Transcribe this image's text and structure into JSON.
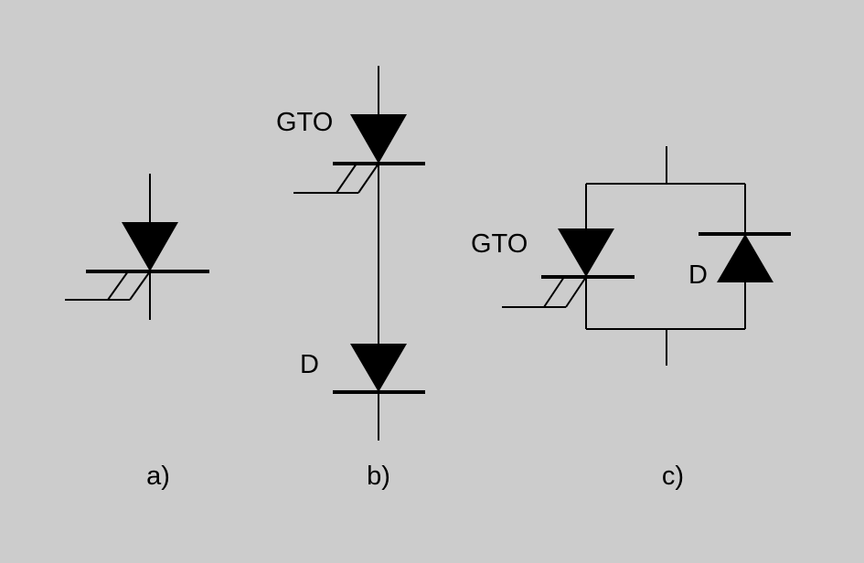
{
  "diagram": {
    "background_color": "#cccccc",
    "stroke_color": "#000000",
    "panels": [
      {
        "id": "a",
        "caption": "a)"
      },
      {
        "id": "b",
        "caption": "b)",
        "gto_label": "GTO",
        "diode_label": "D"
      },
      {
        "id": "c",
        "caption": "c)",
        "gto_label": "GTO",
        "diode_label": "D"
      }
    ]
  }
}
